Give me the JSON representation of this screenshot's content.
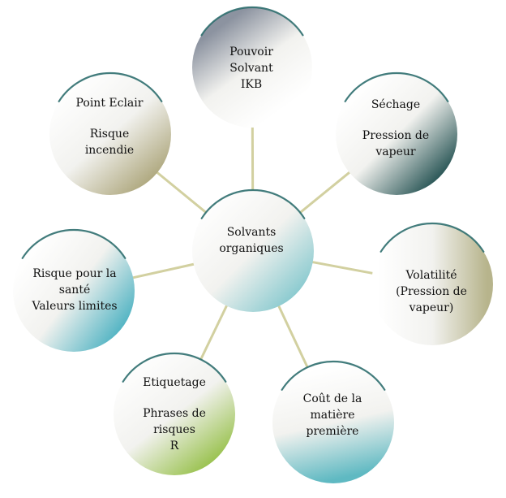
{
  "center": {
    "lines": [
      "Solvants",
      "organiques"
    ]
  },
  "nodes": [
    {
      "id": "pouvoir-solvant",
      "lines": [
        "Pouvoir",
        "Solvant",
        "IKB"
      ],
      "accent": "#8c93a0"
    },
    {
      "id": "sechage",
      "lines": [
        "Séchage",
        "",
        "Pression de",
        "vapeur"
      ],
      "accent": "#2f5a5a"
    },
    {
      "id": "volatilite",
      "lines": [
        "Volatilité",
        "(Pression de",
        "vapeur)"
      ],
      "accent": "#b7b48c"
    },
    {
      "id": "cout-matiere",
      "lines": [
        "Coût de la",
        "matière",
        "première"
      ],
      "accent": "#5fb9c2"
    },
    {
      "id": "etiquetage",
      "lines": [
        "Etiquetage",
        "",
        "Phrases de",
        "risques",
        "R"
      ],
      "accent": "#8fbc3c"
    },
    {
      "id": "risque-sante",
      "lines": [
        "Risque pour la",
        "santé",
        "Valeurs limites"
      ],
      "accent": "#55b5c4"
    },
    {
      "id": "point-eclair",
      "lines": [
        "Point Eclair",
        "",
        "Risque",
        "incendie"
      ],
      "accent": "#aca57a"
    }
  ],
  "colors": {
    "connector": "#d2d0a0",
    "rim": "#2e6e6e",
    "center_accent": "#7fc6cc"
  }
}
